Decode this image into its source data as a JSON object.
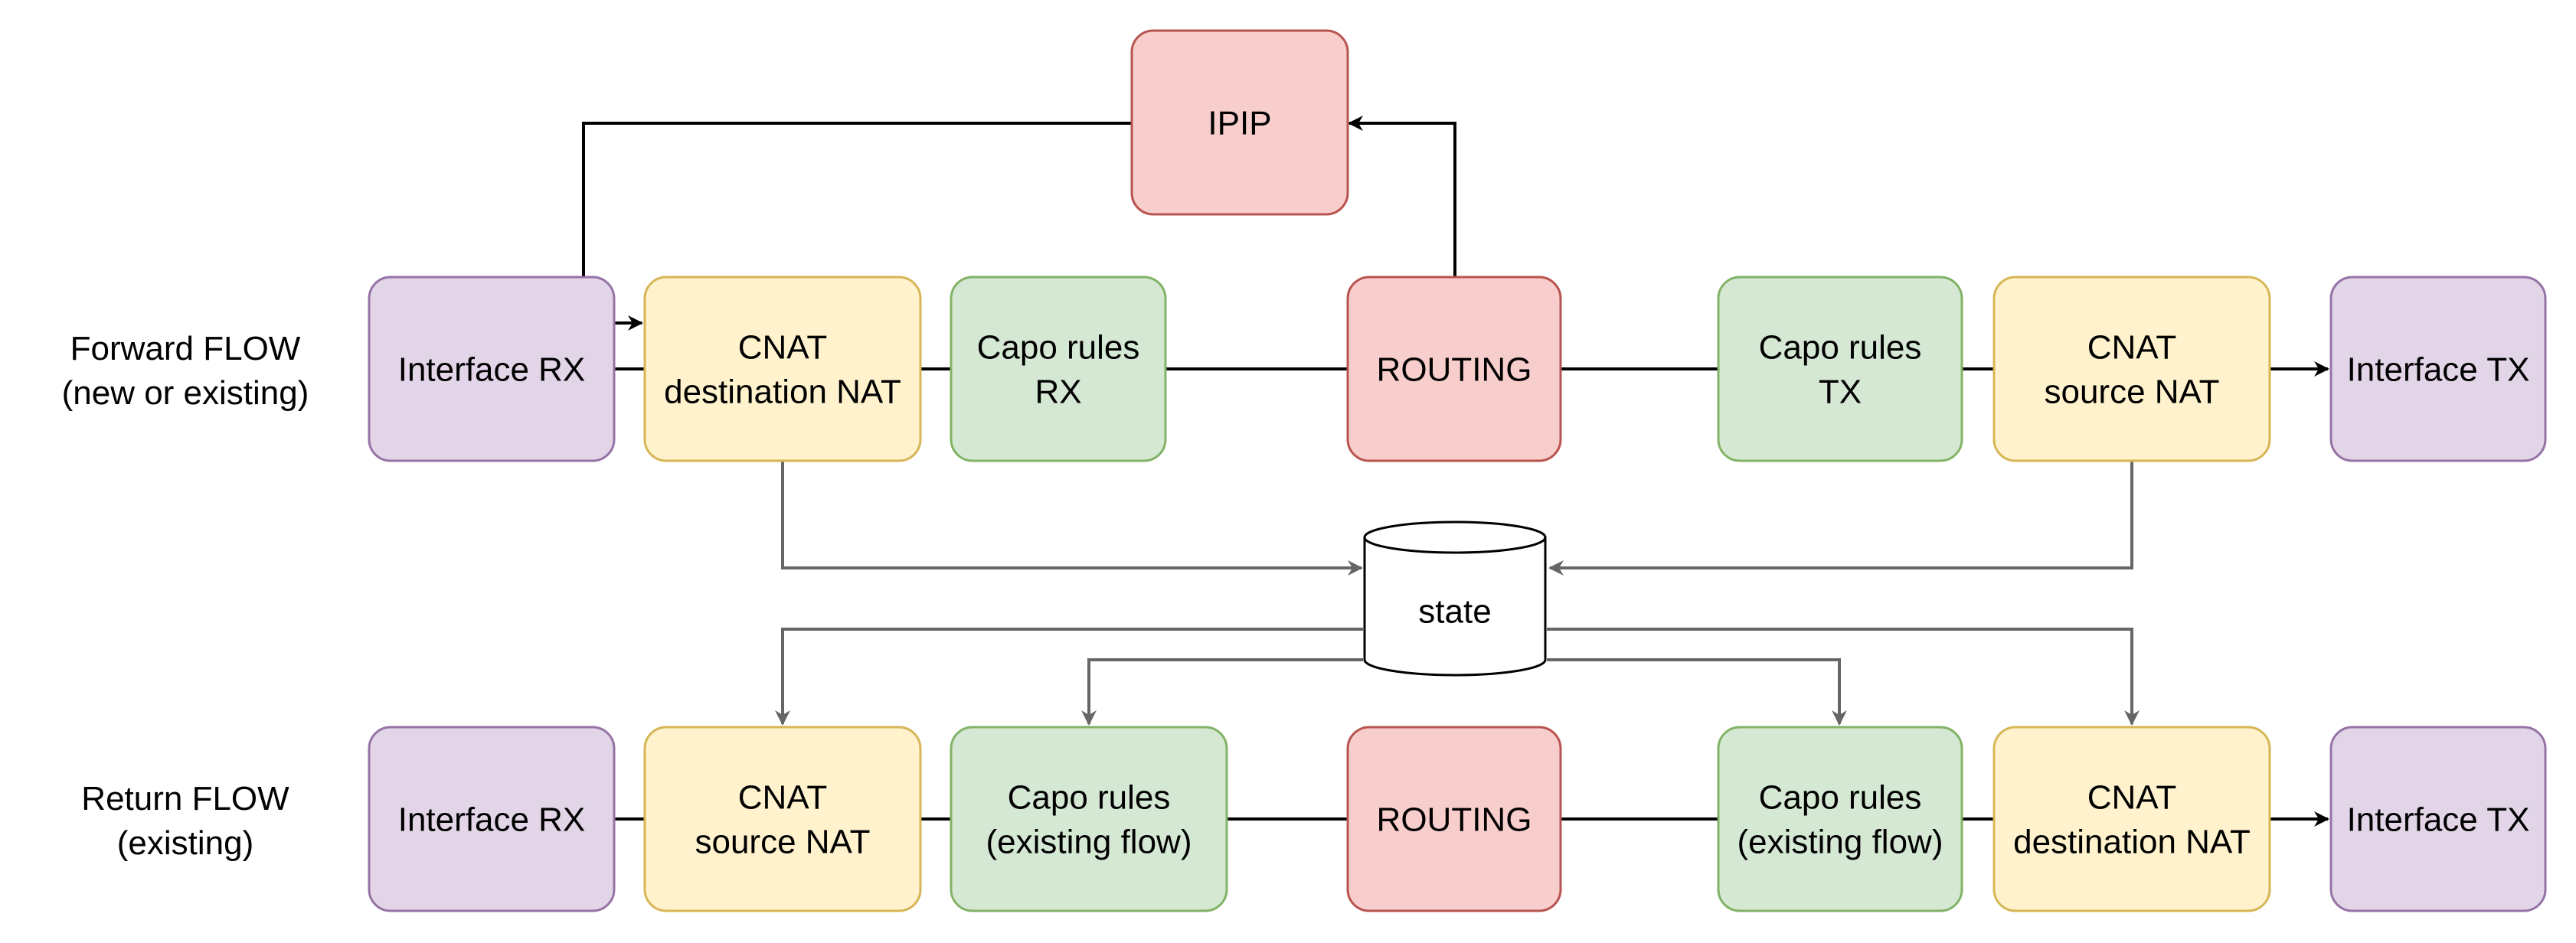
{
  "rows": {
    "forward": {
      "label_line1": "Forward FLOW",
      "label_line2": "(new or existing)"
    },
    "return": {
      "label_line1": "Return FLOW",
      "label_line2": "(existing)"
    }
  },
  "nodes": {
    "ipip": {
      "lines": [
        "IPIP"
      ]
    },
    "fwd_if_rx": {
      "lines": [
        "Interface RX"
      ]
    },
    "fwd_cnat_dnat": {
      "lines": [
        "CNAT",
        "destination NAT"
      ]
    },
    "fwd_capo_rx": {
      "lines": [
        "Capo rules",
        "RX"
      ]
    },
    "fwd_routing": {
      "lines": [
        "ROUTING"
      ]
    },
    "fwd_capo_tx": {
      "lines": [
        "Capo rules",
        "TX"
      ]
    },
    "fwd_cnat_snat": {
      "lines": [
        "CNAT",
        "source NAT"
      ]
    },
    "fwd_if_tx": {
      "lines": [
        "Interface TX"
      ]
    },
    "state": {
      "lines": [
        "state"
      ]
    },
    "ret_if_rx": {
      "lines": [
        "Interface RX"
      ]
    },
    "ret_cnat_snat": {
      "lines": [
        "CNAT",
        "source NAT"
      ]
    },
    "ret_capo_in": {
      "lines": [
        "Capo rules",
        "(existing flow)"
      ]
    },
    "ret_routing": {
      "lines": [
        "ROUTING"
      ]
    },
    "ret_capo_out": {
      "lines": [
        "Capo rules",
        "(existing flow)"
      ]
    },
    "ret_cnat_dnat": {
      "lines": [
        "CNAT",
        "destination NAT"
      ]
    },
    "ret_if_tx": {
      "lines": [
        "Interface TX"
      ]
    }
  },
  "colors": {
    "purple_fill": "#e1d5e7",
    "purple_stroke": "#9673a6",
    "yellow_fill": "#fff2cc",
    "yellow_stroke": "#d6b656",
    "green_fill": "#d5e8d4",
    "green_stroke": "#82b366",
    "red_fill": "#f8cecc",
    "red_stroke": "#b85450",
    "edge_black": "#000000",
    "edge_gray": "#666666"
  }
}
